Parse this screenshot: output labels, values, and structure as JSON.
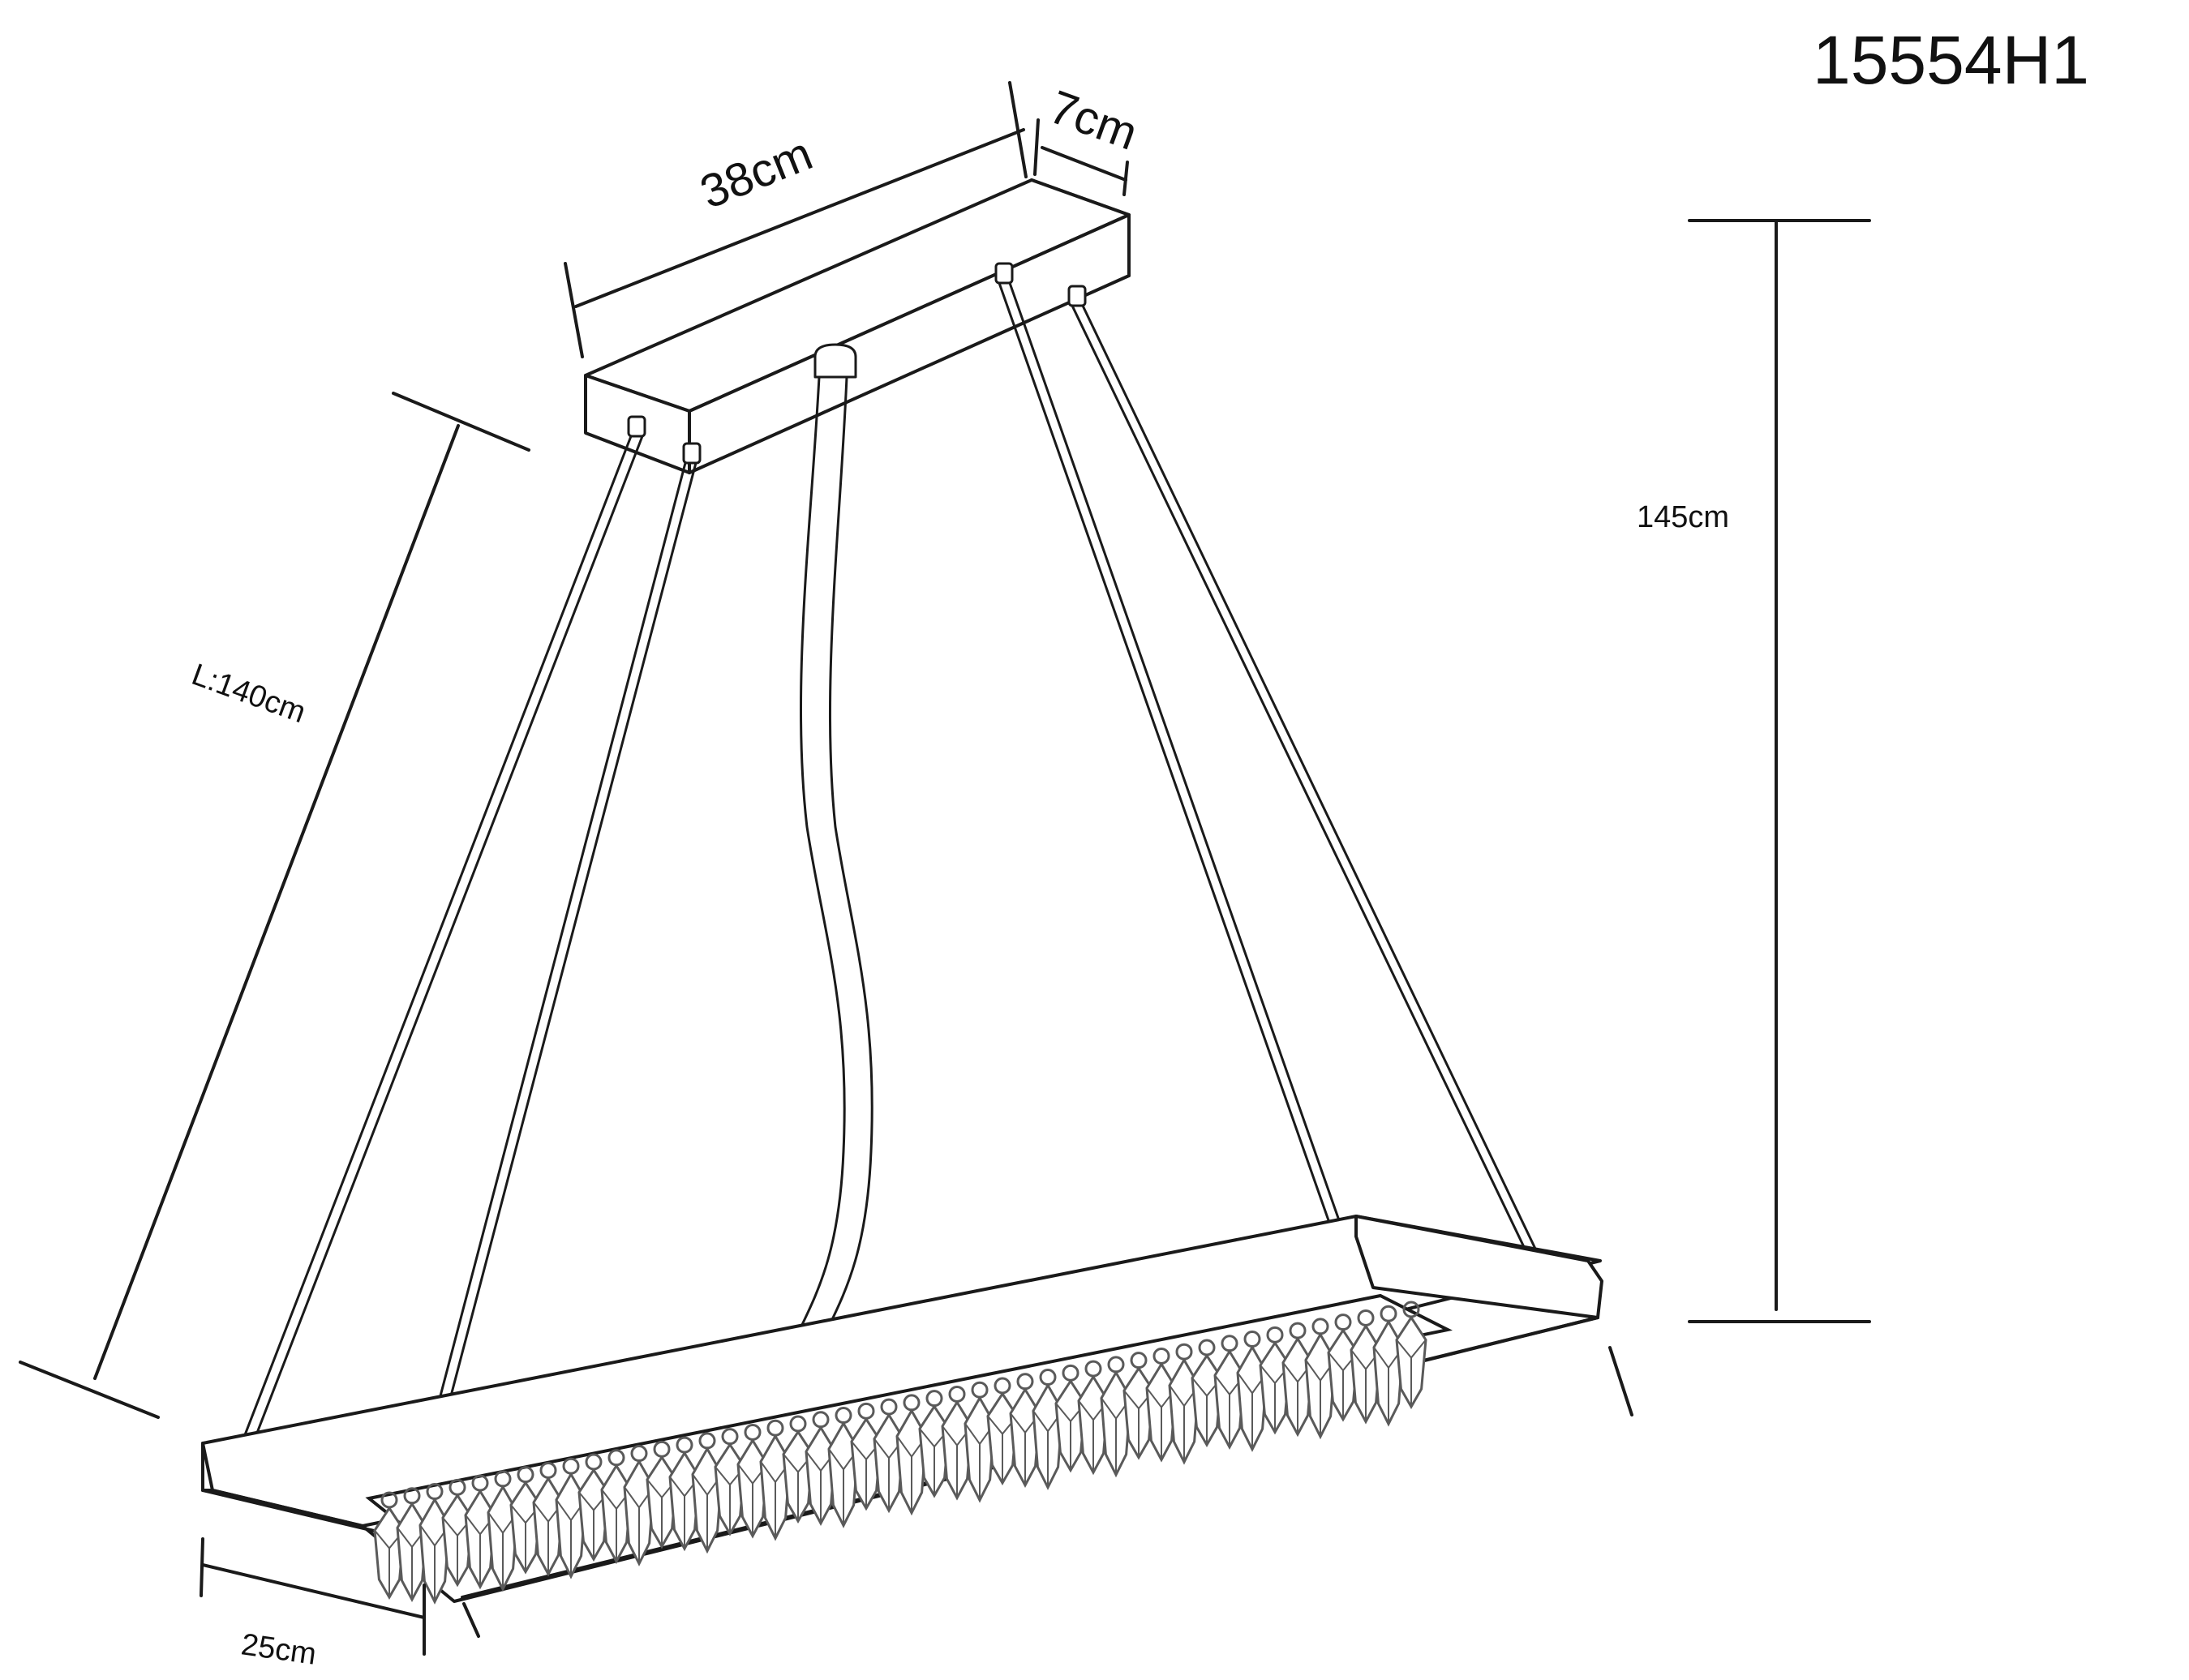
{
  "model_number": "15554H1",
  "dimensions": {
    "canopy_length": "38cm",
    "canopy_width": "7cm",
    "cable_length": "L:140cm",
    "overall_height": "145cm",
    "frame_width": "25cm"
  },
  "colors": {
    "line": "#1a1a1a",
    "crystal": "#5a5a5a",
    "background": "#ffffff"
  },
  "crystal_count": 46
}
